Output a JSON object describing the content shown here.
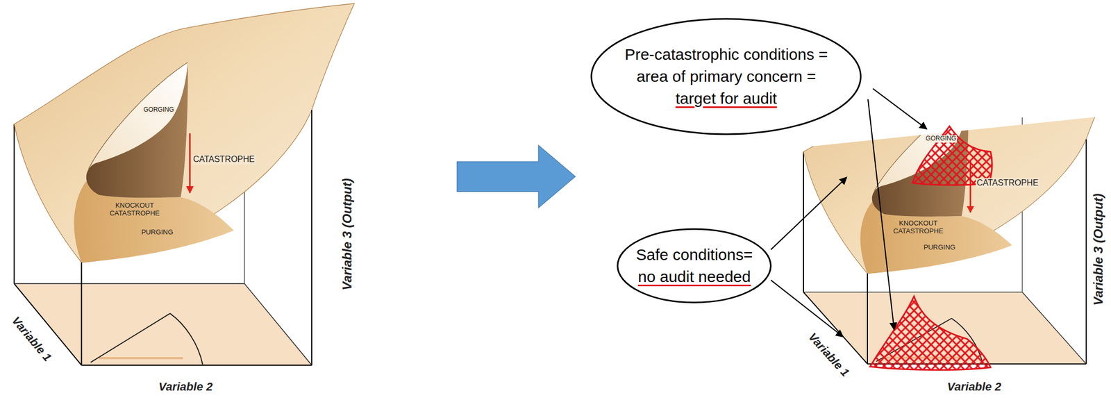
{
  "diagram": {
    "nodes": [
      {
        "text": [
          "Pre-catastrophic conditions = area of primary concern =",
          "target for audit"
        ]
      },
      {
        "text": [
          "Safe conditions=",
          "no audit needed"
        ]
      }
    ],
    "labels": [
      "GORGING",
      "CATASTROPHE",
      "KNOCKOUT CATASTROPHE",
      "PURGING",
      "Variable 1",
      "Variable 2",
      "Variable 3 (Output)",
      "GORGING",
      "CATASTROPHE",
      "KNOCKOUT CATASTROPHE",
      "PURGING",
      "Variable 1",
      "Variable 2",
      "Variable 3 (Output)"
    ]
  }
}
